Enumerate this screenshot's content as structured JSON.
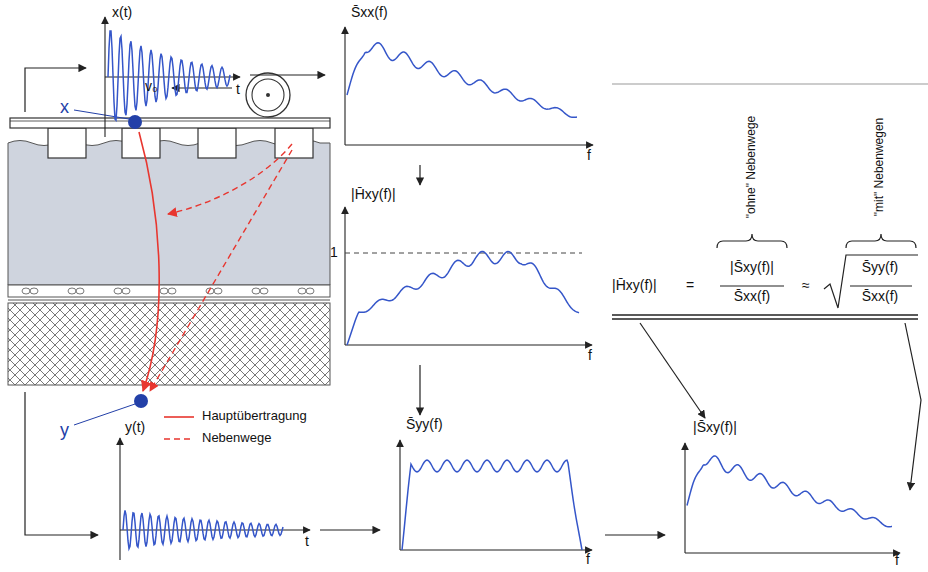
{
  "diagram": {
    "nodes": [
      {
        "text": [
          "x(t)",
          "t"
        ]
      },
      {
        "text": [
          "S̄xx(f)",
          "f"
        ]
      },
      {
        "text": [
          "|H̄xy(f)|",
          "1",
          "f"
        ]
      },
      {
        "text": [
          "|H̄xy(f)|",
          "=",
          "|S̄xy(f)|",
          "S̄xx(f)",
          "≈",
          "S̄yy(f)",
          "S̄xx(f)",
          "\"ohne\" Nebenwege",
          "\"mit\" Nebenwegen"
        ]
      },
      {
        "text": [
          "y(t)",
          "t"
        ]
      },
      {
        "text": [
          "S̄yy(f)",
          "f"
        ]
      },
      {
        "text": [
          "|S̄xy(f)|",
          "f"
        ]
      }
    ],
    "edges": [
      {
        "from": 0,
        "to": 1,
        "arrow": "to"
      },
      {
        "from": 1,
        "to": 2,
        "arrow": "to"
      },
      {
        "from": 2,
        "to": 5,
        "arrow": "to"
      },
      {
        "from": 4,
        "to": 5,
        "arrow": "to"
      },
      {
        "from": 5,
        "to": 6,
        "arrow": "to"
      },
      {
        "from": 3,
        "to": 6,
        "arrow": "to"
      },
      {
        "from": 3,
        "to": 6,
        "arrow": "to"
      }
    ],
    "labels": [
      "x",
      "y",
      "v₀"
    ],
    "legend": [
      {
        "text": "Hauptübertragung"
      },
      {
        "text": "Nebenwege"
      }
    ]
  }
}
